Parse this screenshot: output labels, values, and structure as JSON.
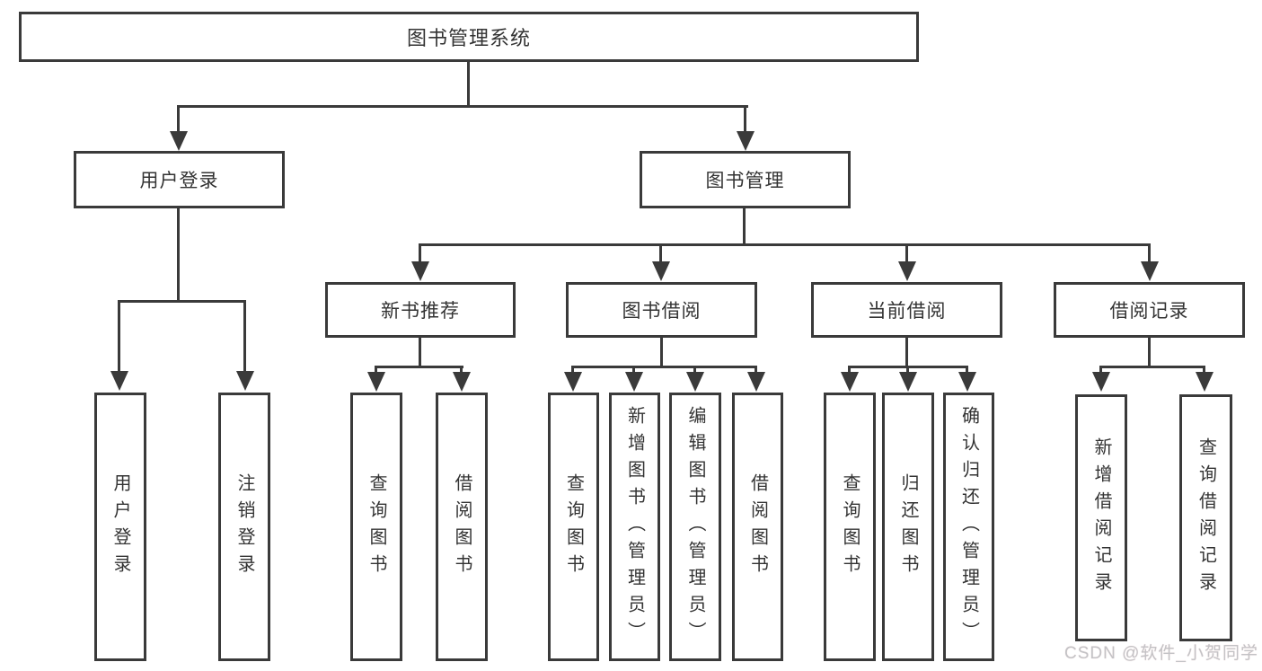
{
  "diagram": {
    "root": "图书管理系统",
    "level2": {
      "user_login": "用户登录",
      "book_mgmt": "图书管理"
    },
    "level3": {
      "new_books": "新书推荐",
      "book_borrow": "图书借阅",
      "current_borrow": "当前借阅",
      "borrow_records": "借阅记录"
    },
    "leaves": {
      "user_login": [
        "用户登录",
        "注销登录"
      ],
      "new_books": [
        "查询图书",
        "借阅图书"
      ],
      "book_borrow": [
        "查询图书",
        "新增图书（管理员）",
        "编辑图书（管理员）",
        "借阅图书"
      ],
      "current_borrow": [
        "查询图书",
        "归还图书",
        "确认归还（管理员）"
      ],
      "borrow_records": [
        "新增借阅记录",
        "查询借阅记录"
      ]
    }
  },
  "watermark": "CSDN @软件_小贺同学",
  "colors": {
    "line": "#3a3a3a",
    "text": "#333333",
    "watermark": "#c3c3c6",
    "background": "#ffffff"
  }
}
